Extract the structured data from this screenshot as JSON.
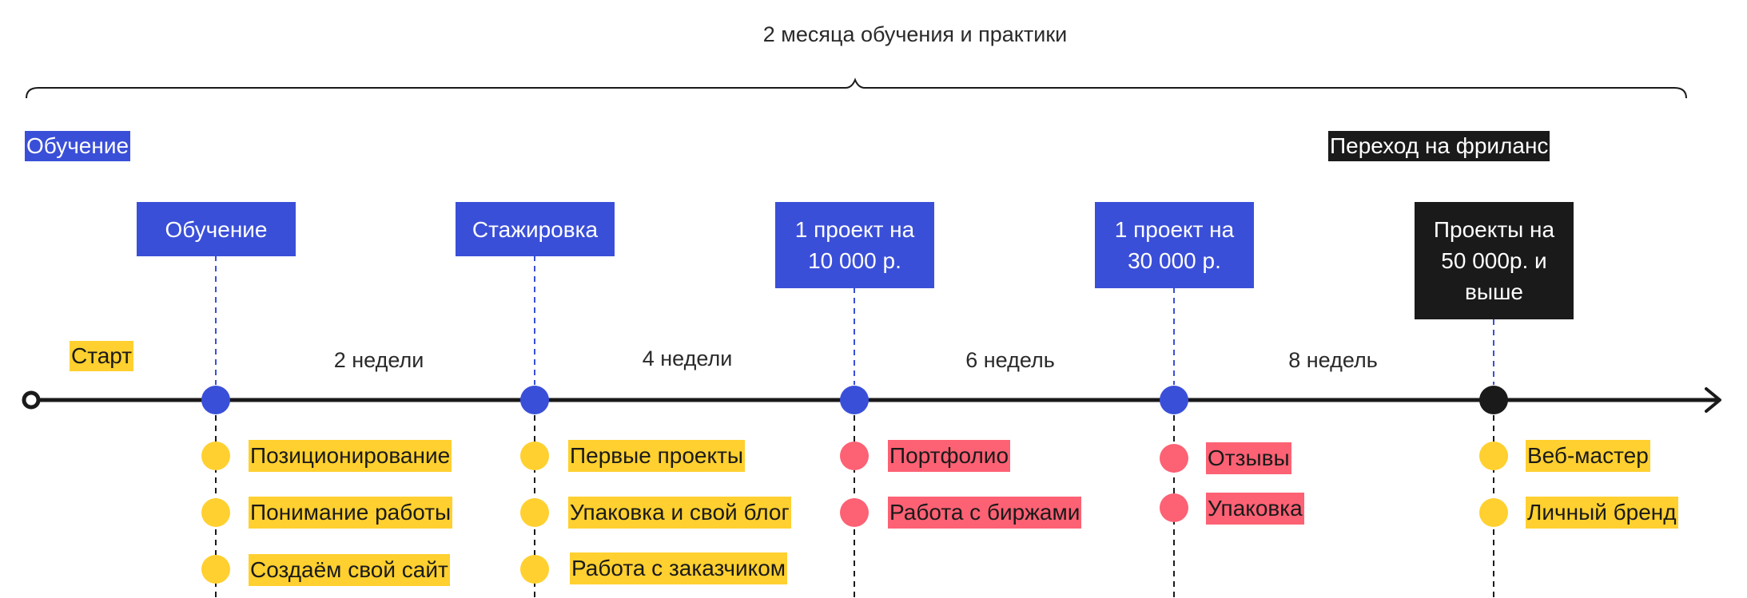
{
  "title": "2 месяца обучения и практики",
  "corner_left": "Обучение",
  "corner_right": "Переход на фриланс",
  "start_label": "Старт",
  "colors": {
    "blue": "#3a4fd8",
    "black": "#1a1a1a",
    "yellow": "#ffd02f",
    "pink": "#fd6174",
    "line": "#1a1a1a"
  },
  "milestones": [
    {
      "label": "Обучение",
      "color": "blue"
    },
    {
      "label": "Стажировка",
      "color": "blue"
    },
    {
      "label": "1 проект на 10 000 р.",
      "color": "blue"
    },
    {
      "label": "1 проект на 30 000 р.",
      "color": "blue"
    },
    {
      "label": "Проекты на 50 000р. и выше",
      "color": "black"
    }
  ],
  "durations": [
    "2 недели",
    "4 недели",
    "6 недель",
    "8 недель"
  ],
  "groups": [
    {
      "color": "yellow",
      "items": [
        "Позиционирование",
        "Понимание работы",
        "Создаём свой сайт"
      ]
    },
    {
      "color": "yellow",
      "items": [
        "Первые проекты",
        "Упаковка и свой блог",
        "Работа с заказчиком"
      ]
    },
    {
      "color": "pink",
      "items": [
        "Портфолио",
        "Работа с биржами"
      ]
    },
    {
      "color": "pink",
      "items": [
        "Отзывы",
        "Упаковка"
      ]
    },
    {
      "color": "yellow",
      "items": [
        "Веб-мастер",
        "Личный бренд"
      ]
    }
  ]
}
